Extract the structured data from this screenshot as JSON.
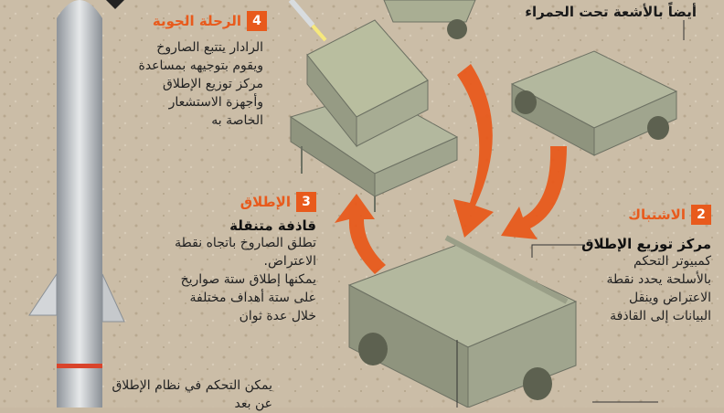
{
  "top_caption": "أيضاً بالأشعة تحت الحمراء",
  "stage4": {
    "number": "4",
    "title": "الرحلة الجوية",
    "lines": [
      "الرادار يتتبع الصاروخ",
      "ويقوم بتوجيهه بمساعدة",
      "مركز توزيع الإطلاق",
      "وأجهزة الاستشعار",
      "الخاصة به"
    ]
  },
  "stage3": {
    "number": "3",
    "title": "الإطلاق",
    "subtitle": "قاذفة متنقلة",
    "lines": [
      "تطلق الصاروخ باتجاه نقطة",
      "الاعتراض.",
      "يمكنها إطلاق ستة صواريخ",
      "على ستة أهداف مختلفة",
      "خلال عدة ثوان"
    ]
  },
  "stage2": {
    "number": "2",
    "title": "الاشتباك",
    "subtitle": "مركز توزيع الإطلاق",
    "lines": [
      "كمبيوتر التحكم",
      "بالأسلحة يحدد نقطة",
      "الاعتراض وينقل",
      "البيانات إلى القاذفة"
    ]
  },
  "bottom_text": [
    "يمكن التحكم في نظام الإطلاق",
    "عن بعد"
  ],
  "colors": {
    "accent": "#e85a1c",
    "vehicle": "#a9ae93",
    "vehicle_dark": "#7d8270",
    "ground": "#c8b9a3"
  }
}
